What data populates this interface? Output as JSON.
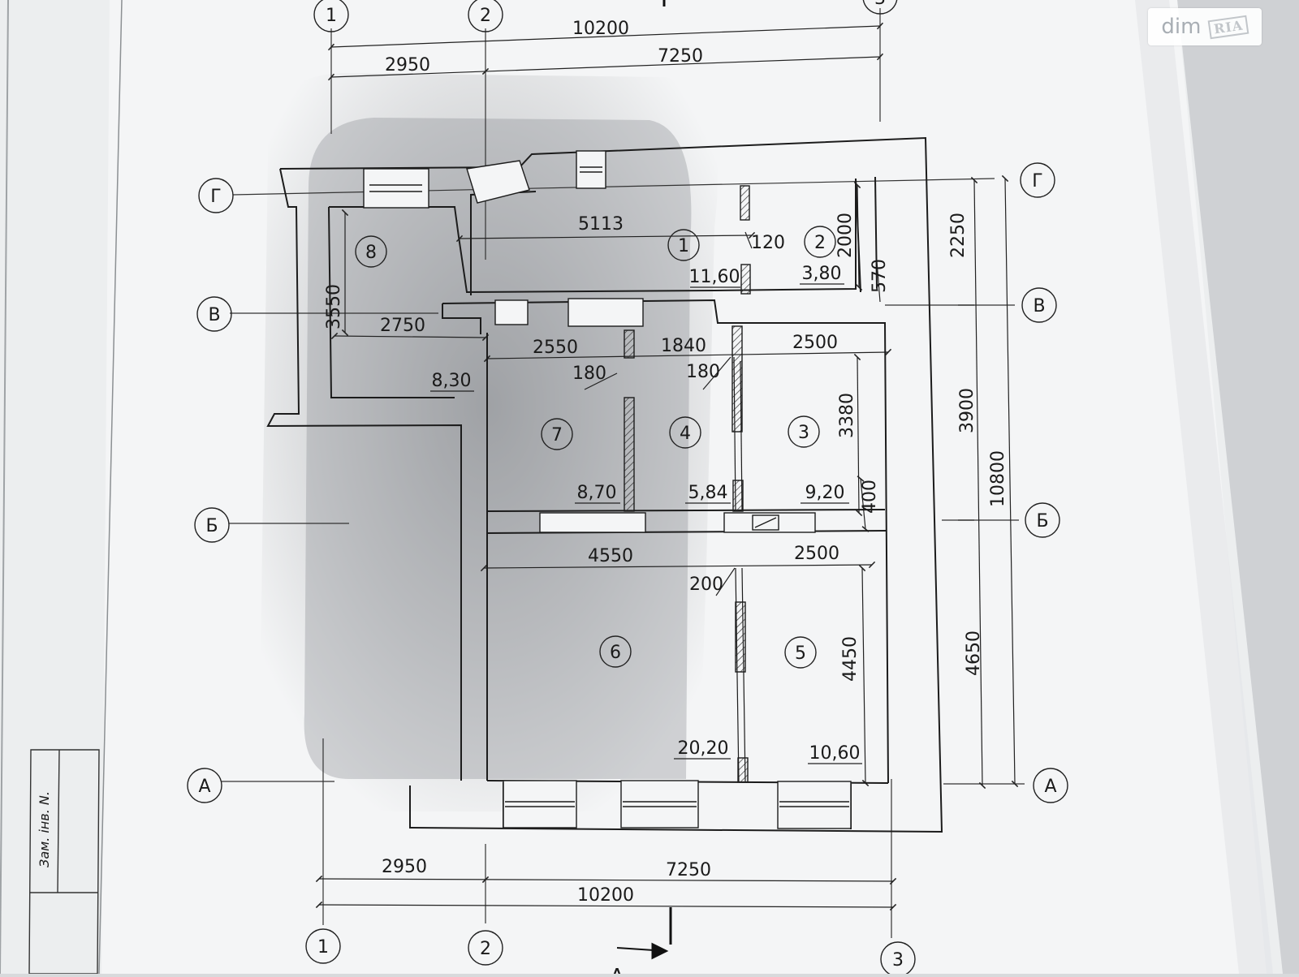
{
  "watermark": {
    "brand": "dim",
    "sub": "RIA"
  },
  "grid": {
    "columns": [
      {
        "label": "1"
      },
      {
        "label": "2"
      },
      {
        "label": "3"
      }
    ],
    "rows": [
      {
        "label": "Г"
      },
      {
        "label": "В"
      },
      {
        "label": "Б"
      },
      {
        "label": "А"
      }
    ]
  },
  "dimensions": {
    "top_total": "10200",
    "top_left": "2950",
    "top_right": "7250",
    "bottom_left": "2950",
    "bottom_right": "7250",
    "bottom_total": "10200",
    "right_g_v": "2250",
    "right_v_b": "3900",
    "right_b_a": "4650",
    "right_total": "10800",
    "corridor_len": "5113",
    "wall_120": "120",
    "room2_depth": "2000",
    "door_570": "570",
    "room8_depth": "3550",
    "room8_width": "2750",
    "room7_width": "2550",
    "room4_width": "1840",
    "room3_width": "2500",
    "wall_180_a": "180",
    "wall_180_b": "180",
    "room3_depth": "3380",
    "niche_400": "400",
    "room6_width": "4550",
    "room5_width": "2500",
    "wall_200": "200",
    "room5_depth": "4450"
  },
  "rooms": [
    {
      "number": "1",
      "area": "11,60"
    },
    {
      "number": "2",
      "area": "3,80"
    },
    {
      "number": "3",
      "area": "9,20"
    },
    {
      "number": "4",
      "area": "5,84"
    },
    {
      "number": "5",
      "area": "10,60"
    },
    {
      "number": "6",
      "area": "20,20"
    },
    {
      "number": "7",
      "area": "8,70"
    },
    {
      "number": "8",
      "area": "8,30"
    }
  ],
  "stamp": {
    "text": "Зам. інв. N."
  },
  "section": {
    "label": "A"
  }
}
